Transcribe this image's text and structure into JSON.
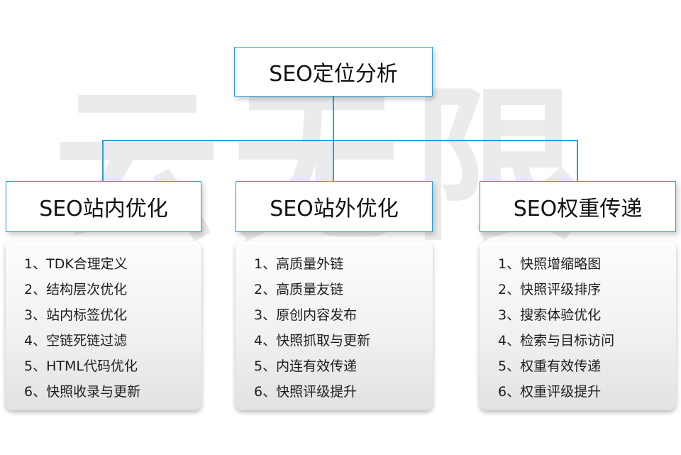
{
  "watermark": "云无限",
  "root": {
    "title": "SEO定位分析"
  },
  "columns": [
    {
      "title": "SEO站内优化",
      "items": [
        "1、TDK合理定义",
        "2、结构层次优化",
        "3、站内标签优化",
        "4、空链死链过滤",
        "5、HTML代码优化",
        "6、快照收录与更新"
      ]
    },
    {
      "title": "SEO站外优化",
      "items": [
        "1、高质量外链",
        "2、高质量友链",
        "3、原创内容发布",
        "4、快照抓取与更新",
        "5、内连有效传递",
        "6、快照评级提升"
      ]
    },
    {
      "title": "SEO权重传递",
      "items": [
        "1、快照增缩略图",
        "2、快照评级排序",
        "3、搜索体验优化",
        "4、检索与目标访问",
        "5、权重有效传递",
        "6、权重评级提升"
      ]
    }
  ],
  "colors": {
    "accent": "#2a9fd8",
    "watermark_gray": "#ebebeb"
  }
}
